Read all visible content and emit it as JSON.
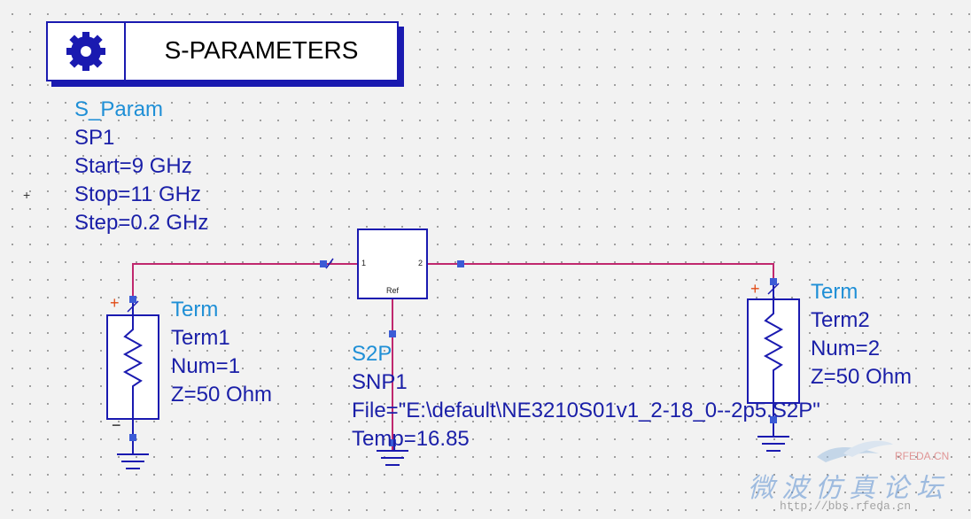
{
  "sp_block": {
    "title": "S-PARAMETERS",
    "icon": "gear-icon",
    "component": "S_Param",
    "instance": "SP1",
    "params": [
      "Start=9 GHz",
      "Stop=11 GHz",
      "Step=0.2 GHz"
    ]
  },
  "term1": {
    "component": "Term",
    "instance": "Term1",
    "params": [
      "Num=1",
      "Z=50 Ohm"
    ],
    "plus": "+",
    "minus": "−"
  },
  "term2": {
    "component": "Term",
    "instance": "Term2",
    "params": [
      "Num=2",
      "Z=50 Ohm"
    ],
    "plus": "+"
  },
  "s2p": {
    "component": "S2P",
    "instance": "SNP1",
    "params": [
      "File=\"E:\\default\\NE3210S01v1_2-18_0--2p5.S2P\"",
      "Temp=16.85"
    ],
    "pin1": "1",
    "pin2": "2",
    "ref": "Ref"
  },
  "origin_marker": "+",
  "watermark": {
    "chinese": "微波仿真论坛",
    "url": "http://bbs.rfeda.cn",
    "brand": "RFEDA.CN"
  },
  "colors": {
    "wire": "#c0286e",
    "component": "#1a1ab0",
    "pin": "#3b5bd6",
    "name": "#1f8fd6",
    "param": "#1a1fa8"
  }
}
